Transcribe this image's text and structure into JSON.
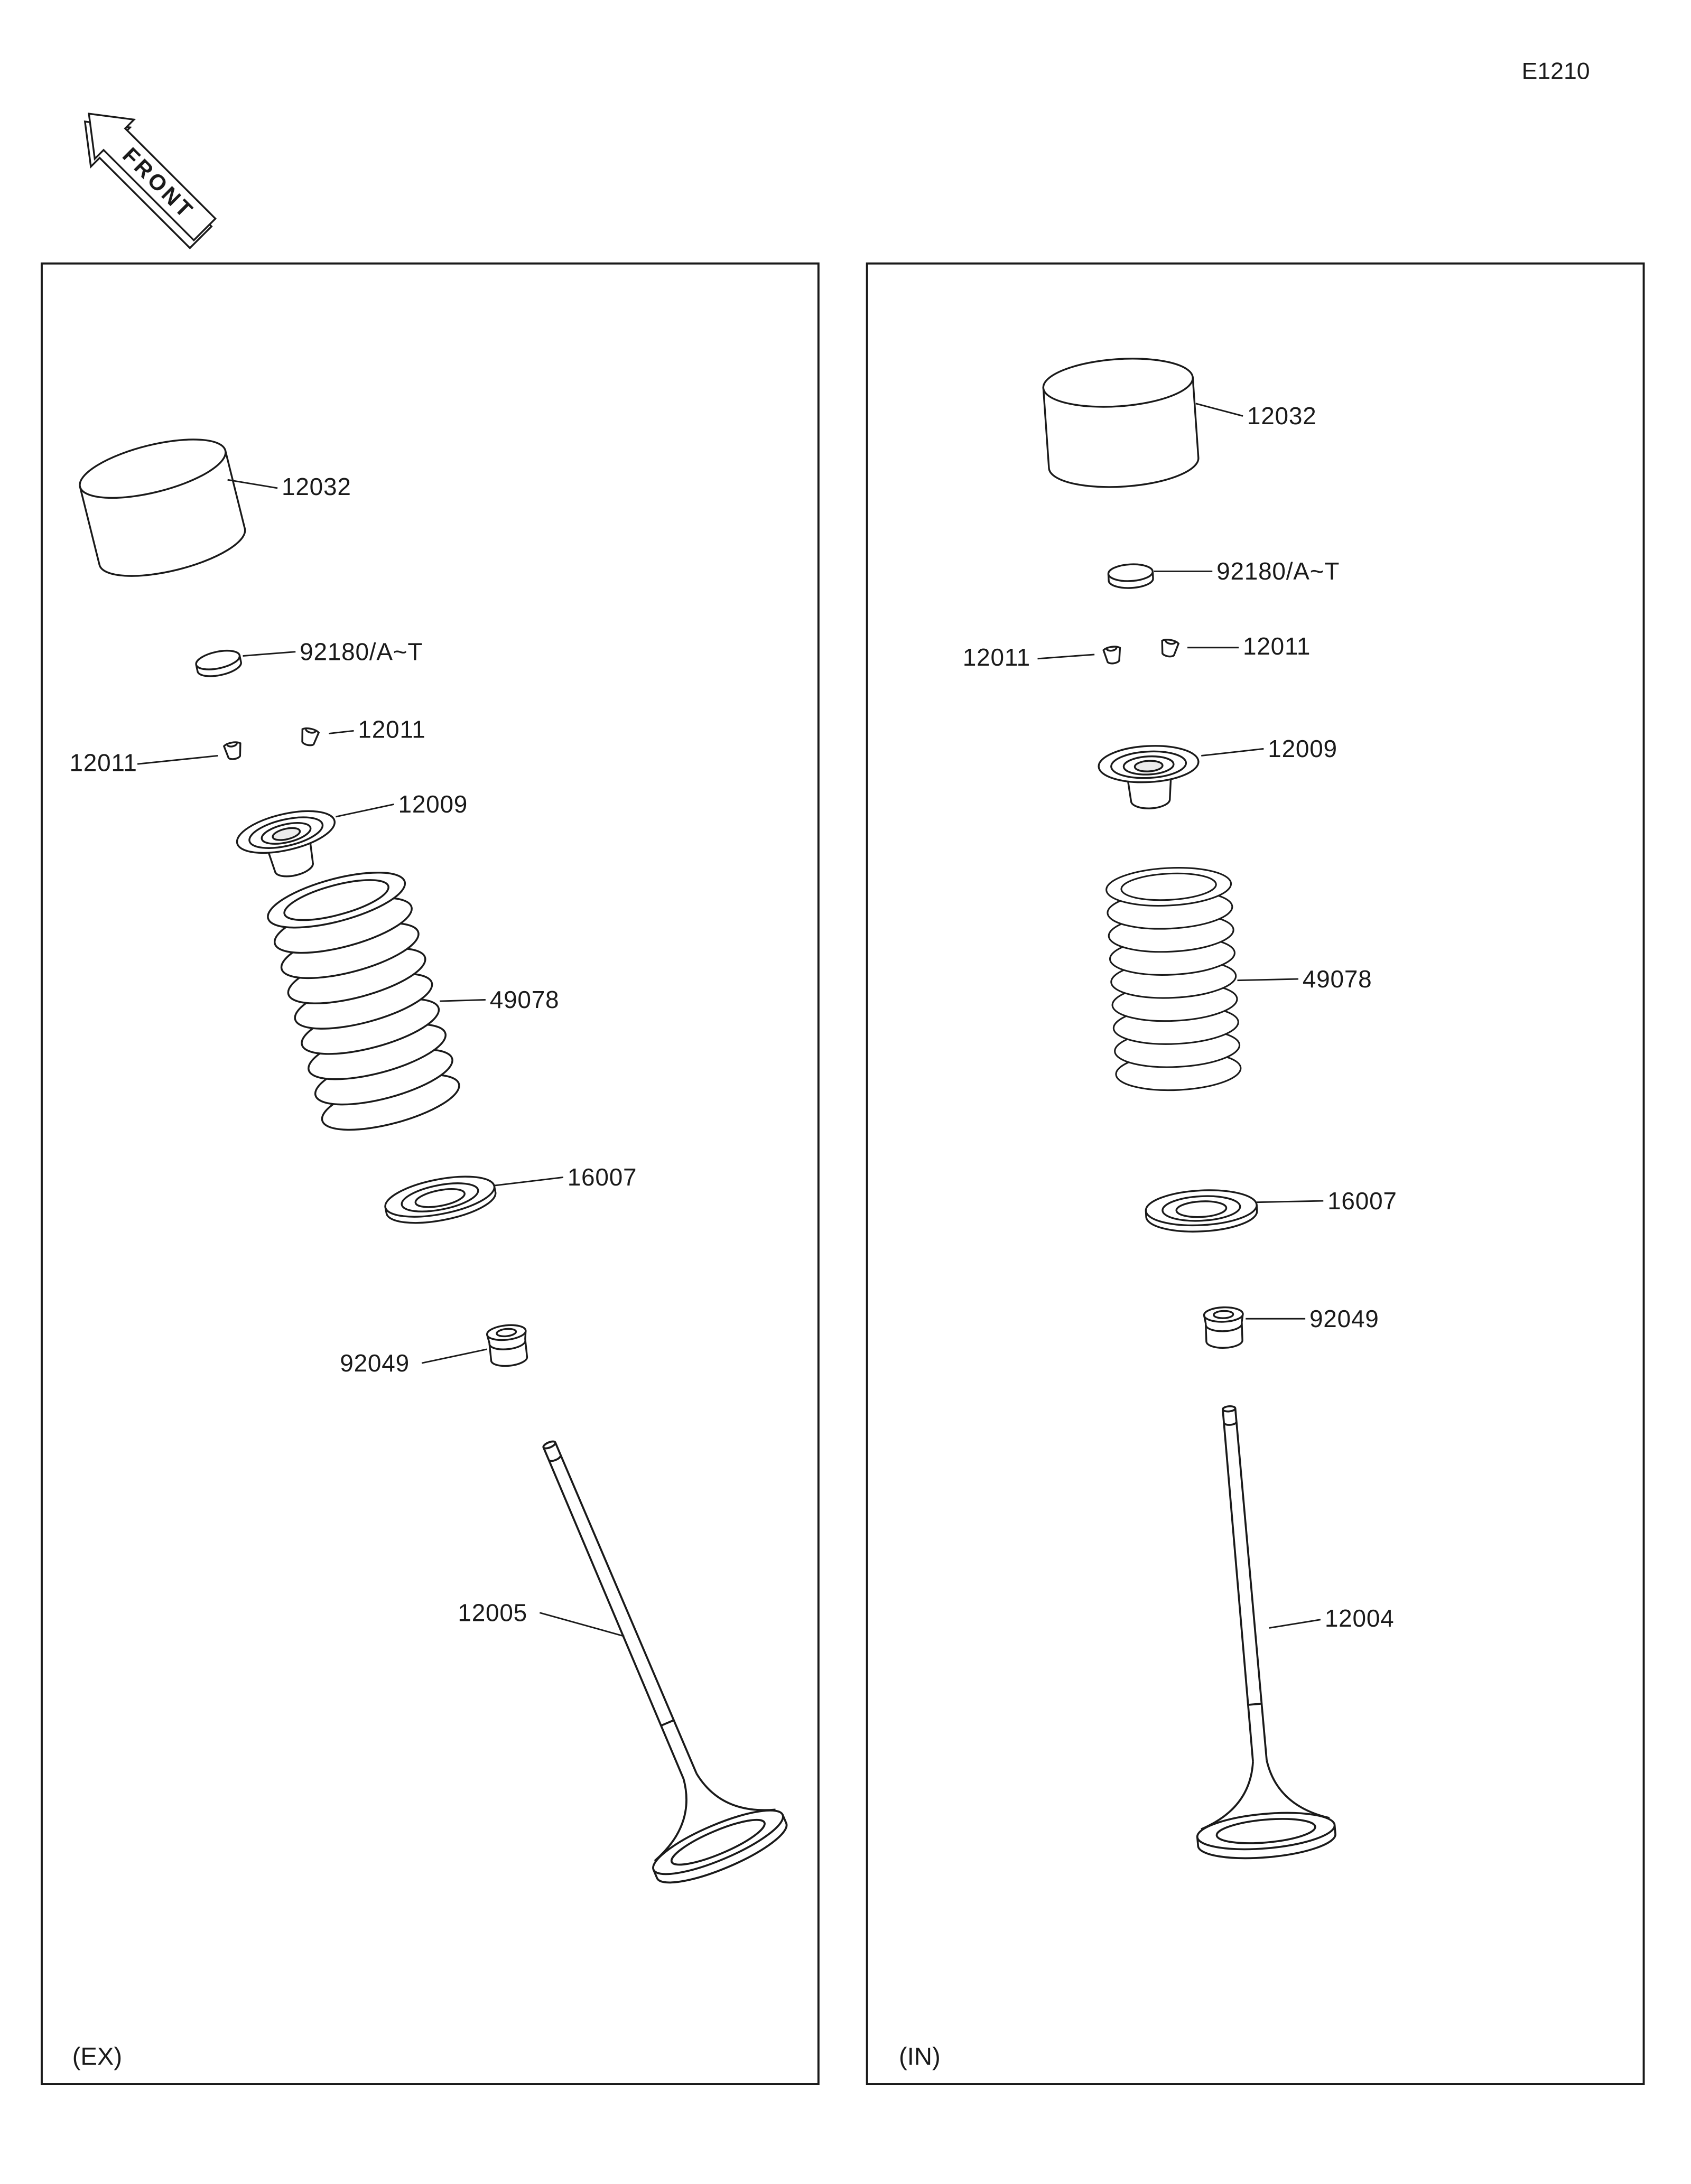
{
  "page": {
    "code": "E1210",
    "front_label": "FRONT"
  },
  "panels": {
    "exhaust": {
      "caption": "(EX)",
      "labels": {
        "tappet": "12032",
        "shim": "92180/A~T",
        "keeper_left": "12011",
        "keeper_right": "12011",
        "retainer": "12009",
        "spring": "49078",
        "spring_seat": "16007",
        "oil_seal": "92049",
        "valve": "12005"
      }
    },
    "intake": {
      "caption": "(IN)",
      "labels": {
        "tappet": "12032",
        "shim": "92180/A~T",
        "keeper_left": "12011",
        "keeper_right": "12011",
        "retainer": "12009",
        "spring": "49078",
        "spring_seat": "16007",
        "oil_seal": "92049",
        "valve": "12004"
      }
    }
  }
}
